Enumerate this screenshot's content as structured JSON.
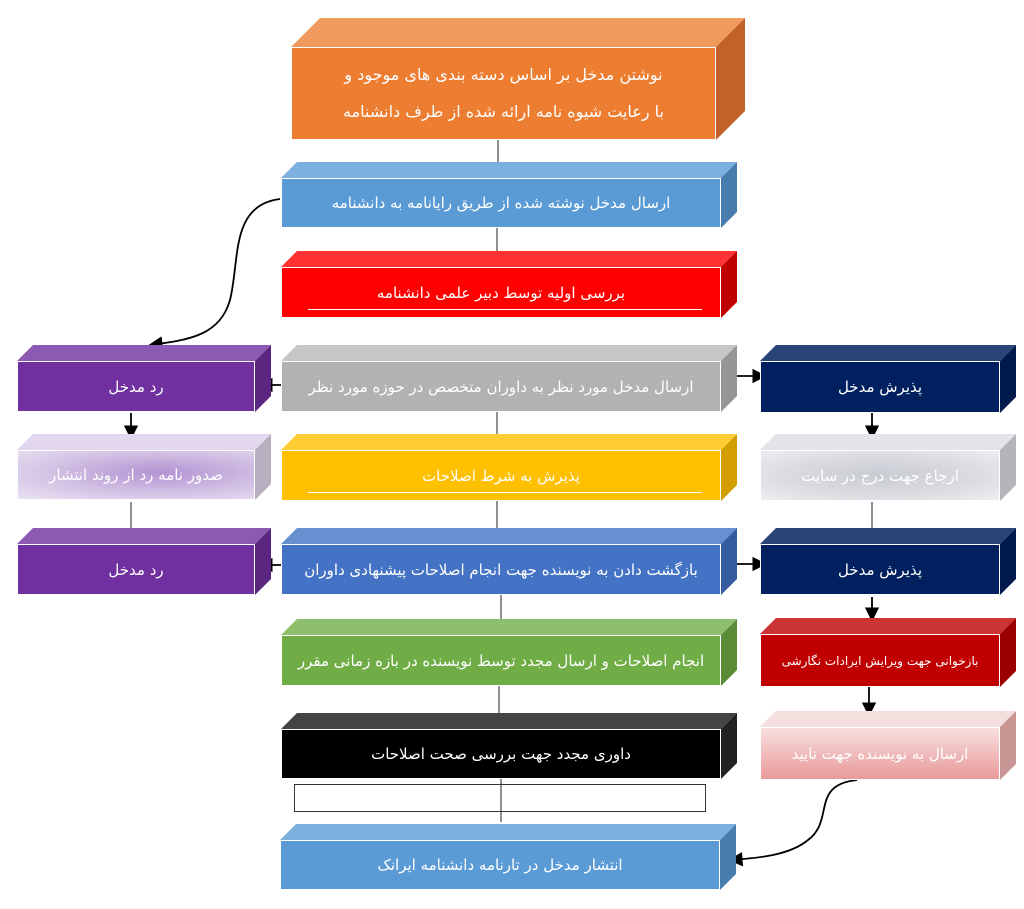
{
  "center": {
    "write_entry": [
      "نوشتن مدخل بر اساس دسته بندی های موجود و",
      "با رعایت شیوه نامه ارائه شده از طرف دانشنامه"
    ],
    "send_email": "ارسال مدخل نوشته شده از طریق رایانامه به دانشنامه",
    "initial_review": "بررسی اولیه توسط دبیر علمی دانشنامه",
    "send_referees": "ارسال مدخل مورد نظر به داوران متخصص در حوزه مورد نظر",
    "conditional_accept": "پذیرش به شرط اصلاحات",
    "return_author": "بازگشت دادن به نویسنده جهت انجام اصلاحات پیشنهادی داوران",
    "revise_resend": "انجام اصلاحات و ارسال مجدد توسط نویسنده در بازه زمانی مقرر",
    "re_review": "داوری مجدد جهت بررسی صحت اصلاحات",
    "publish": "انتشار مدخل در تارنامه دانشنامه ایرانک"
  },
  "left": {
    "reject_1": "رد مدخل",
    "rejection_letter": "صدور نامه رد از روند انتشار",
    "reject_2": "رد مدخل"
  },
  "right": {
    "accept_1": "پذیرش مدخل",
    "refer_site": "ارجاع جهت درج در سایت",
    "accept_2": "پذیرش مدخل",
    "proofread": "بازخوانی جهت ویرایش ایرادات نگارشی",
    "send_approval": "ارسال به نویسنده جهت تایید"
  }
}
